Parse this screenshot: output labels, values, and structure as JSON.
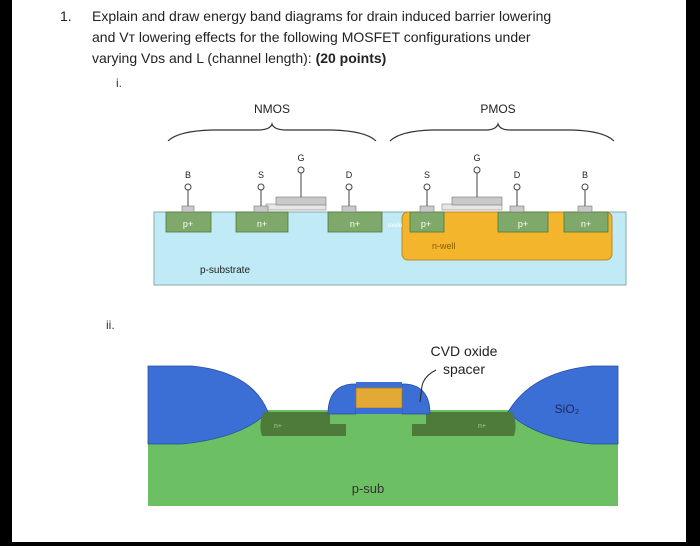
{
  "question": {
    "number": "1.",
    "line1": "Explain and draw energy band diagrams for drain induced barrier lowering",
    "line2": "and Vᴛ lowering effects for the following MOSFET configurations under",
    "line3_prefix": "varying Vᴅs and L (channel length): ",
    "points": "(20 points)"
  },
  "part1": {
    "label": "i.",
    "nmos_label": "NMOS",
    "pmos_label": "PMOS",
    "terminals": [
      "B",
      "S",
      "G",
      "D",
      "S",
      "G",
      "D",
      "B"
    ],
    "regions": [
      "p+",
      "n+",
      "n+",
      "oxide",
      "p+",
      "p+",
      "n+"
    ],
    "well_label": "n-well",
    "substrate_label": "p-substrate"
  },
  "part2": {
    "label": "ii.",
    "spacer_label_line1": "CVD oxide",
    "spacer_label_line2": "spacer",
    "sio2_label": "SiO₂",
    "sub_label": "p-sub",
    "nplus_label": "n+"
  },
  "colors": {
    "substrate_blue": "#bfeaf6",
    "nwell_orange": "#f2b52c",
    "region_green": "#7fa96a",
    "metal_gray": "#c9c9c9",
    "psub_green": "#6cbf62",
    "sio2_blue": "#3b6fd6",
    "gate_orange": "#e3a936",
    "ldd_green": "#4e7a3a"
  }
}
